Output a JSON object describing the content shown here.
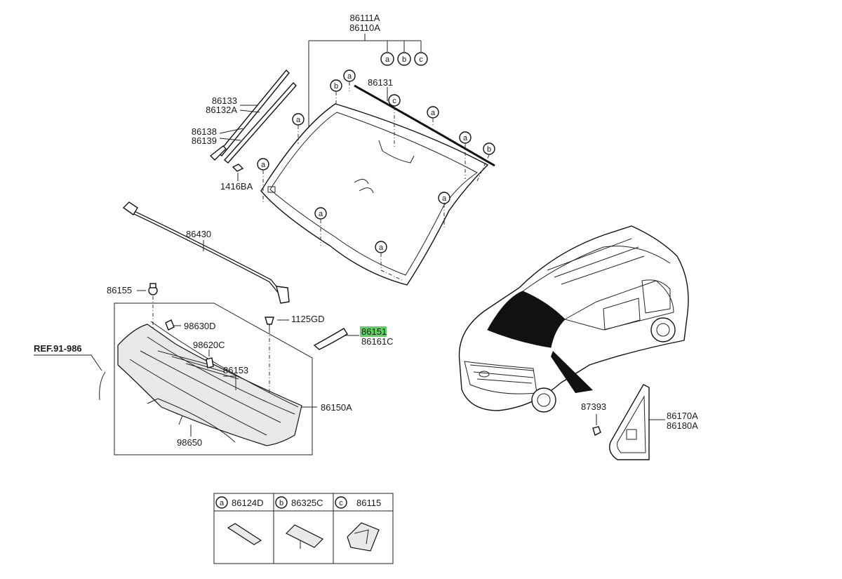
{
  "diagram": {
    "labels": {
      "windshield_top": "86111A",
      "windshield_bottom": "86110A",
      "molding_top": "86131",
      "side_molding_1": "86133",
      "side_molding_2": "86132A",
      "strip_1": "86138",
      "strip_2": "86139",
      "clip": "1416BA",
      "seal": "86430",
      "screw": "86155",
      "grommet": "98630D",
      "bolt": "1125GD",
      "clip2": "98620C",
      "cover": "86153",
      "cowl": "86150A",
      "pad": "98650",
      "ref": "REF.91-986",
      "bracket_highlight": "86151",
      "bracket_2": "86161C",
      "nut": "87393",
      "quarter_1": "86170A",
      "quarter_2": "86180A"
    },
    "callouts": {
      "a": "a",
      "b": "b",
      "c": "c"
    },
    "legend": {
      "a": {
        "letter": "a",
        "part": "86124D"
      },
      "b": {
        "letter": "b",
        "part": "86325C"
      },
      "c": {
        "letter": "c",
        "part": "86115"
      }
    },
    "highlight_color": "#5fd35f"
  }
}
